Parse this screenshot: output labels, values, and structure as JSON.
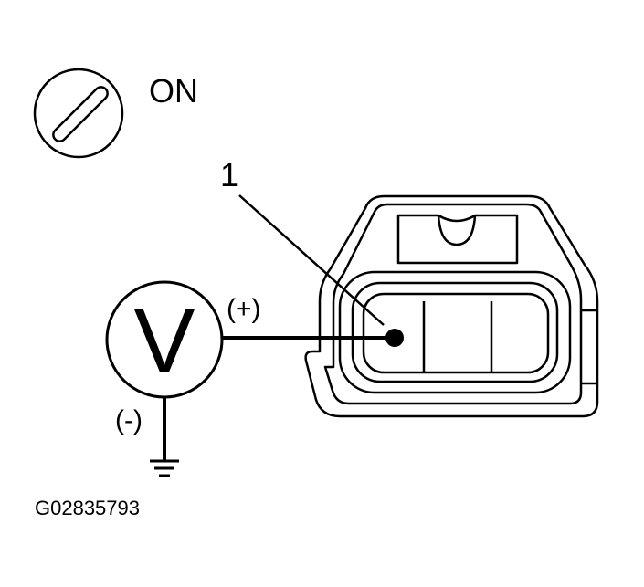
{
  "ignition": {
    "state_label": "ON",
    "icon": "ignition-key-icon"
  },
  "connector": {
    "pin_label": "1",
    "icon": "connector-icon"
  },
  "meter": {
    "symbol": "V",
    "positive_label": "(+)",
    "negative_label": "(-)",
    "icon": "voltmeter-icon"
  },
  "ground": {
    "icon": "ground-icon"
  },
  "figure_code": "G02835793"
}
